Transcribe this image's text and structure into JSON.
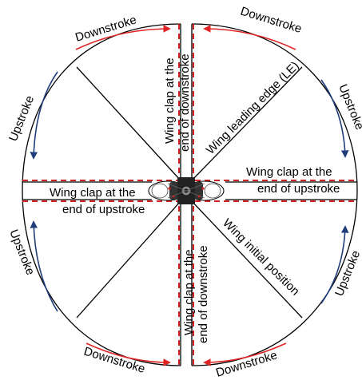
{
  "colors": {
    "outline": "#000000",
    "dashed_line": "#d42020",
    "downstroke_arrow": "#e02424",
    "upstroke_arrow": "#1f3d7a",
    "background": "#ffffff"
  },
  "labels": {
    "downstroke_top_left": "Downstroke",
    "downstroke_top_right": "Downstroke",
    "downstroke_bottom_left": "Downstroke",
    "downstroke_bottom_right": "Downstroke",
    "upstroke_left_top": "Upstroke",
    "upstroke_left_bottom": "Upstroke",
    "upstroke_right_top": "Upstroke",
    "upstroke_right_bottom": "Upstroke",
    "clap_top_line1": "Wing clap at the",
    "clap_top_line2": "end of downstroke",
    "clap_bottom_line1": "Wing clap at the",
    "clap_bottom_line2": "end of downstroke",
    "clap_right_line1": "Wing clap at the",
    "clap_right_line2": "end of upstroke",
    "clap_left_line1": "Wing clap at the",
    "clap_left_line2": "end of upstroke",
    "leading_edge": "Wing leading edge (LE)",
    "initial_position": "Wing initial position"
  },
  "icons": {
    "center_device": "flapping-wing-robot-icon"
  }
}
